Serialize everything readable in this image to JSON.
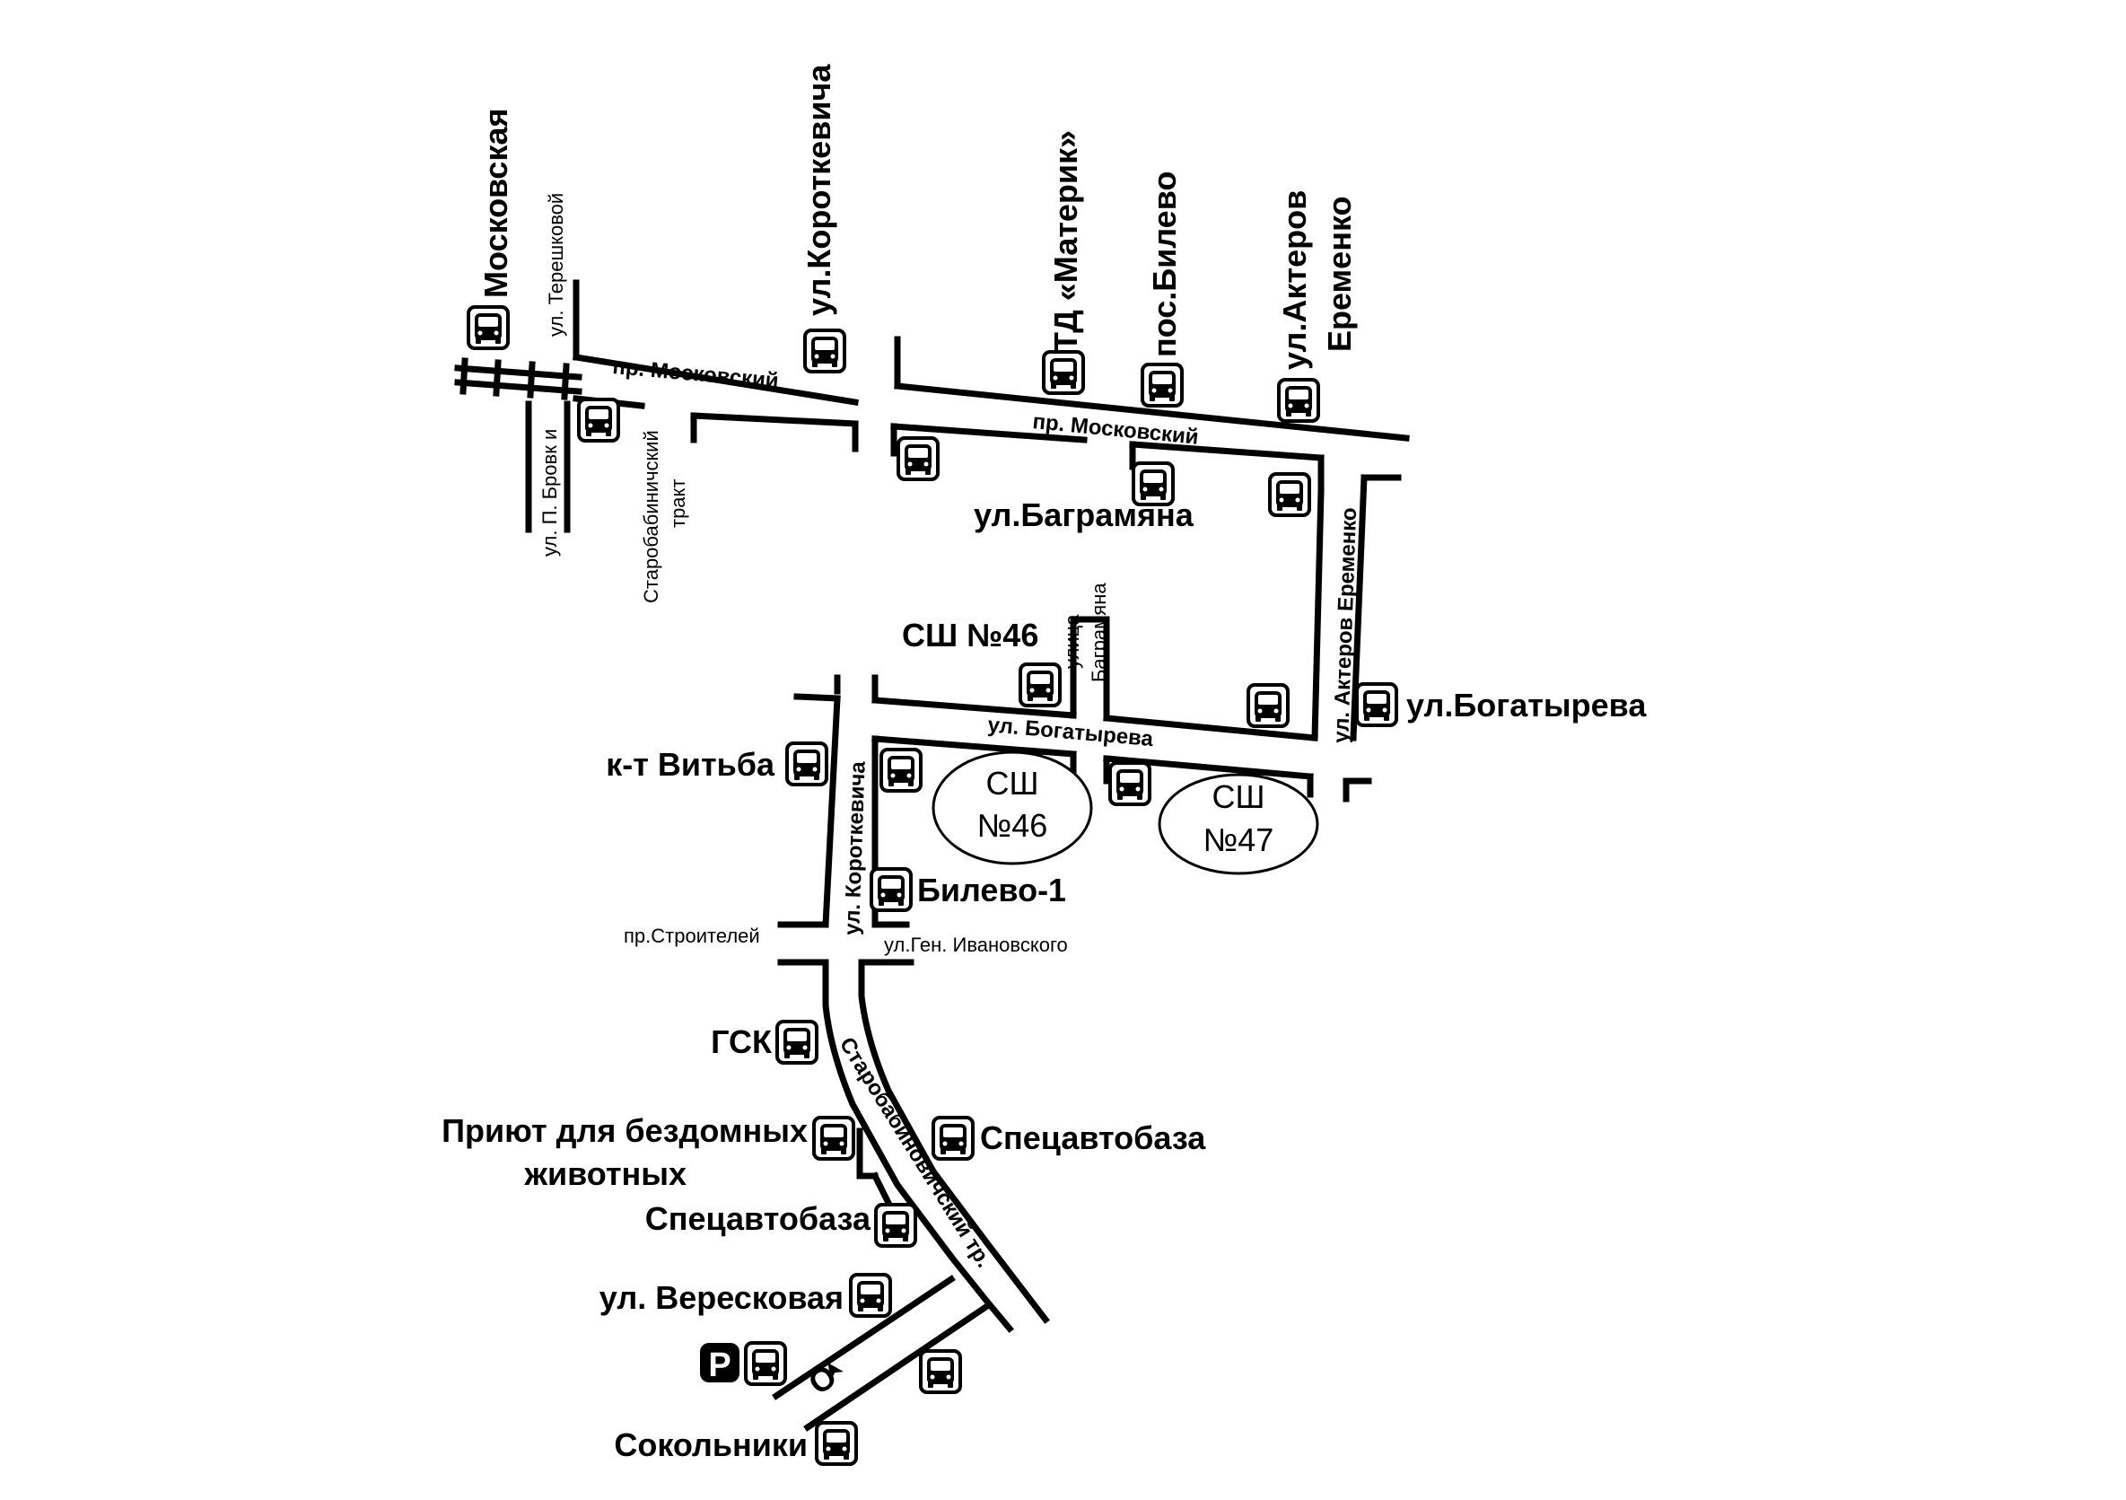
{
  "roads": {
    "moskovsky_west": "пр. Московский",
    "moskovsky_east": "пр. Московский",
    "tereshkovoy": "ул. Терешковой",
    "brovki": "ул. П. Бровк и",
    "starobabinichi_trakt_1": "Старобабиничский",
    "starobabinichi_trakt_2": "тракт",
    "bogatyreva": "ул. Богатырева",
    "ulitsa_bagramyana_1": "улица",
    "ulitsa_bagramyana_2": "Баграмяна",
    "aktorov_eremenko": "ул. Актеров Еременко",
    "korotkevicha": "ул. Короткевича",
    "stroiteley": "пр.Строителей",
    "gen_ivanovskogo": "ул.Ген. Ивановского",
    "starobabinovichsky": "Старобабиновичский тр.",
    "arrow_mark": "О",
    "arrow_glyph": "➤"
  },
  "stops": {
    "moskovskaya": "Московская",
    "korotkevicha": "ул.Короткевича",
    "td_materik": "ТД «Материк»",
    "pos_bilevo": "пос.Билево",
    "aktorov_1": "ул.Актеров",
    "aktorov_2": "Еременко",
    "bagramyana": "ул.Баграмяна",
    "sh46_label": "СШ №46",
    "bogatyreva": "ул.Богатырева",
    "vitba": "к-т Витьба",
    "bilevo1": "Билево-1",
    "gsk": "ГСК",
    "priyut_1": "Приют для бездомных",
    "priyut_2": "животных",
    "spetsavtobaza_east": "Спецавтобаза",
    "spetsavtobaza_west": "Спецавтобаза",
    "vereskovaya": "ул. Вересковая",
    "sokolniki": "Сокольники"
  },
  "schools": {
    "sh46_line1": "СШ",
    "sh46_line2": "№46",
    "sh47_line1": "СШ",
    "sh47_line2": "№47"
  },
  "parking": {
    "symbol": "P"
  }
}
